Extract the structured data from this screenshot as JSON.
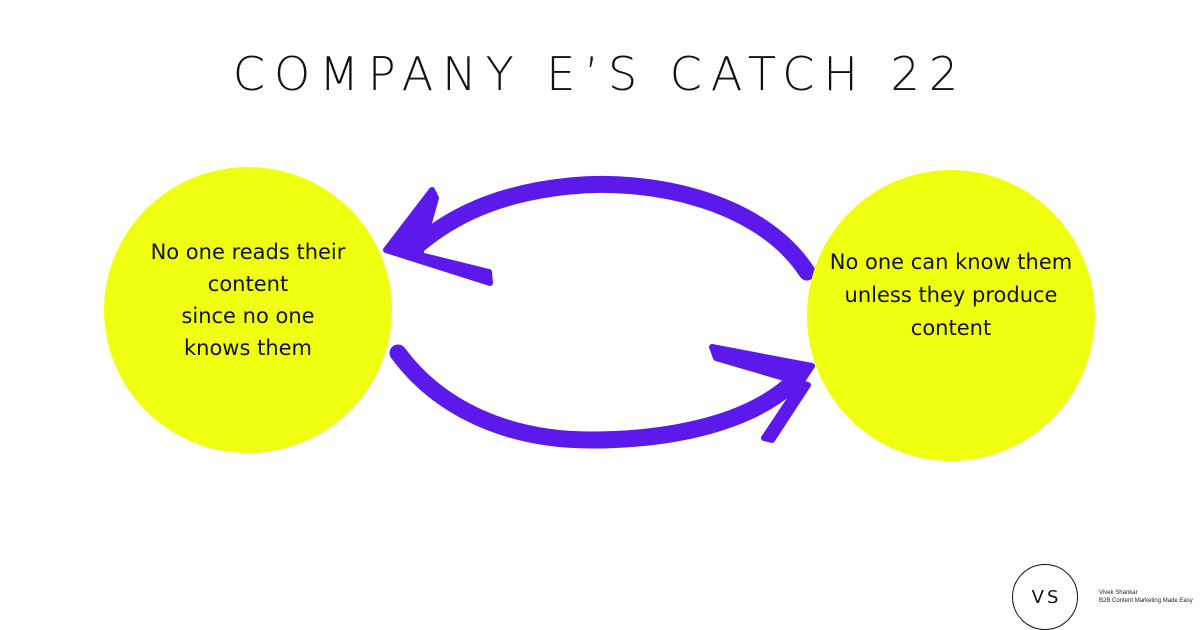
{
  "title": "COMPANY E’S CATCH 22",
  "nodes": {
    "left": {
      "text": "No one reads their\ncontent\nsince no one\nknows them"
    },
    "right": {
      "text": "No one can know them\nunless they produce\ncontent"
    }
  },
  "brand": {
    "logo_initials": "VS",
    "name": "Vivek Shankar",
    "tagline": "B2B Content Marketing Made Easy"
  },
  "colors": {
    "circle_fill": "#f0ff0f",
    "arrow": "#5b19ec",
    "title_text": "#111111"
  }
}
